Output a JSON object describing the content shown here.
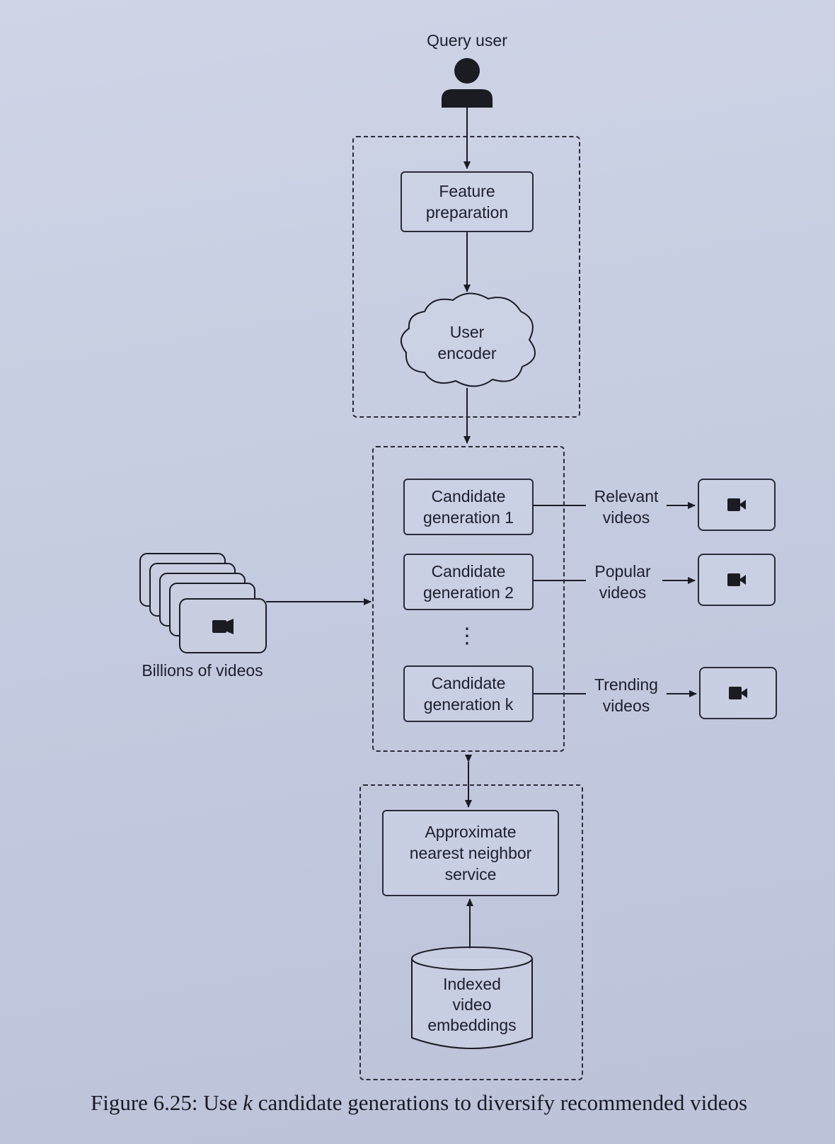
{
  "query_user": {
    "label": "Query user",
    "icon": "user-icon"
  },
  "feature_preparation": {
    "label": "Feature preparation"
  },
  "user_encoder": {
    "label": "User encoder"
  },
  "candidate_generations": [
    {
      "label_line1": "Candidate",
      "label_line2": "generation 1",
      "output_line1": "Relevant",
      "output_line2": "videos"
    },
    {
      "label_line1": "Candidate",
      "label_line2": "generation 2",
      "output_line1": "Popular",
      "output_line2": "videos"
    },
    {
      "label_line1": "Candidate",
      "label_line2": "generation k",
      "output_line1": "Trending",
      "output_line2": "videos"
    }
  ],
  "ellipsis": "⋮",
  "video_source": {
    "label": "Billions of videos",
    "icon": "video-camera-icon"
  },
  "ann_service": {
    "label_line1": "Approximate",
    "label_line2": "nearest neighbor",
    "label_line3": "service"
  },
  "index_db": {
    "label_line1": "Indexed",
    "label_line2": "video",
    "label_line3": "embeddings"
  },
  "caption": {
    "prefix": "Figure 6.25: Use ",
    "italic": "k",
    "suffix": " candidate generations to diversify recommended videos"
  }
}
